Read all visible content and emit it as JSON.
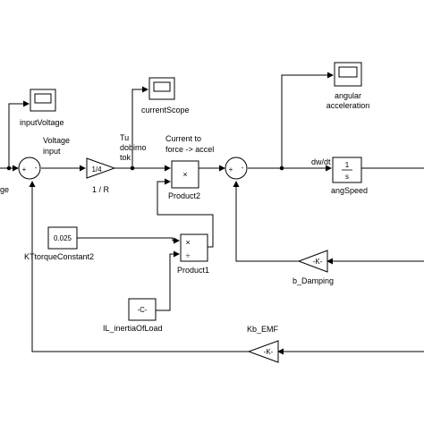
{
  "blocks": {
    "voltage_left_label": "ge",
    "input_voltage_scope": "inputVoltage",
    "voltage_input_label_line1": "Voltage",
    "voltage_input_label_line2": "input",
    "gain_r_value": "1/4",
    "gain_r_name": "1 / R",
    "current_scope": "currentScope",
    "tu_label_line1": "Tu",
    "tu_label_line2": "dobimo",
    "tu_label_line3": "tok",
    "current_label_line1": "Current to",
    "current_label_line2": "force -> accel",
    "product2_symbol": "×",
    "product2_name": "Product2",
    "angular_scope_line1": "angular",
    "angular_scope_line2": "acceleration",
    "dwdt_label": "dw/dt",
    "integrator_num": "1",
    "integrator_den": "s",
    "integrator_name": "angSpeed",
    "torque_const_value": "0.025",
    "torque_const_name": "KTtorqueConstant2",
    "product1_mult": "×",
    "product1_div": "÷",
    "product1_name": "Product1",
    "damping_value": "-K-",
    "damping_name": "b_Damping",
    "inertia_value": "-C-",
    "inertia_name": "IL_inertiaOfLoad",
    "emf_value": "-K-",
    "emf_name": "Kb_EMF",
    "sum1_sign_plus": "+",
    "sum1_sign_minus": "-",
    "sum2_sign_plus": "+",
    "sum2_sign_minus": "-"
  }
}
